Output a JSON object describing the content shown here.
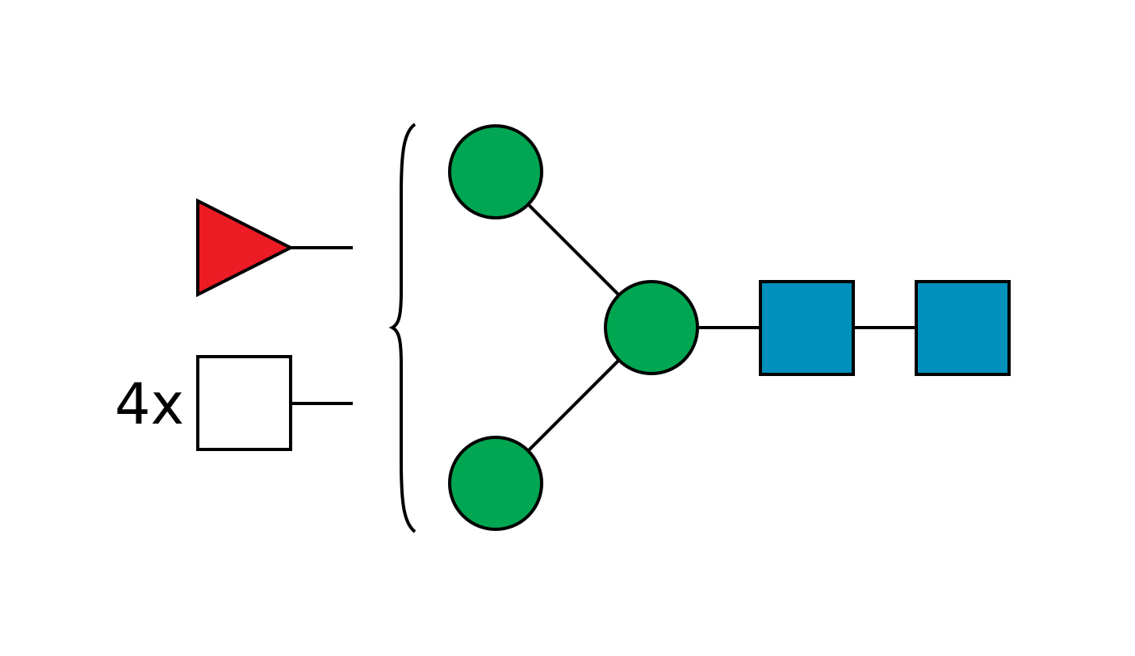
{
  "colors": {
    "background": "#ffffff",
    "line": "#000000",
    "mannose": "#00a651",
    "glcnac": "#0090bc",
    "fucose": "#ed1c24",
    "unknown_residue": "#ffffff"
  },
  "antenna_options": [
    {
      "symbol": "red-triangle",
      "color": "#ed1c24",
      "count_label": ""
    },
    {
      "symbol": "white-square",
      "color": "#ffffff",
      "count_label": "4x"
    }
  ],
  "core_residues": [
    {
      "name": "mannose-top",
      "symbol": "green-circle",
      "color": "#00a651"
    },
    {
      "name": "mannose-bottom",
      "symbol": "green-circle",
      "color": "#00a651"
    },
    {
      "name": "mannose-branch",
      "symbol": "green-circle",
      "color": "#00a651"
    },
    {
      "name": "glcnac-1",
      "symbol": "blue-square",
      "color": "#0090bc"
    },
    {
      "name": "glcnac-2",
      "symbol": "blue-square",
      "color": "#0090bc"
    }
  ]
}
